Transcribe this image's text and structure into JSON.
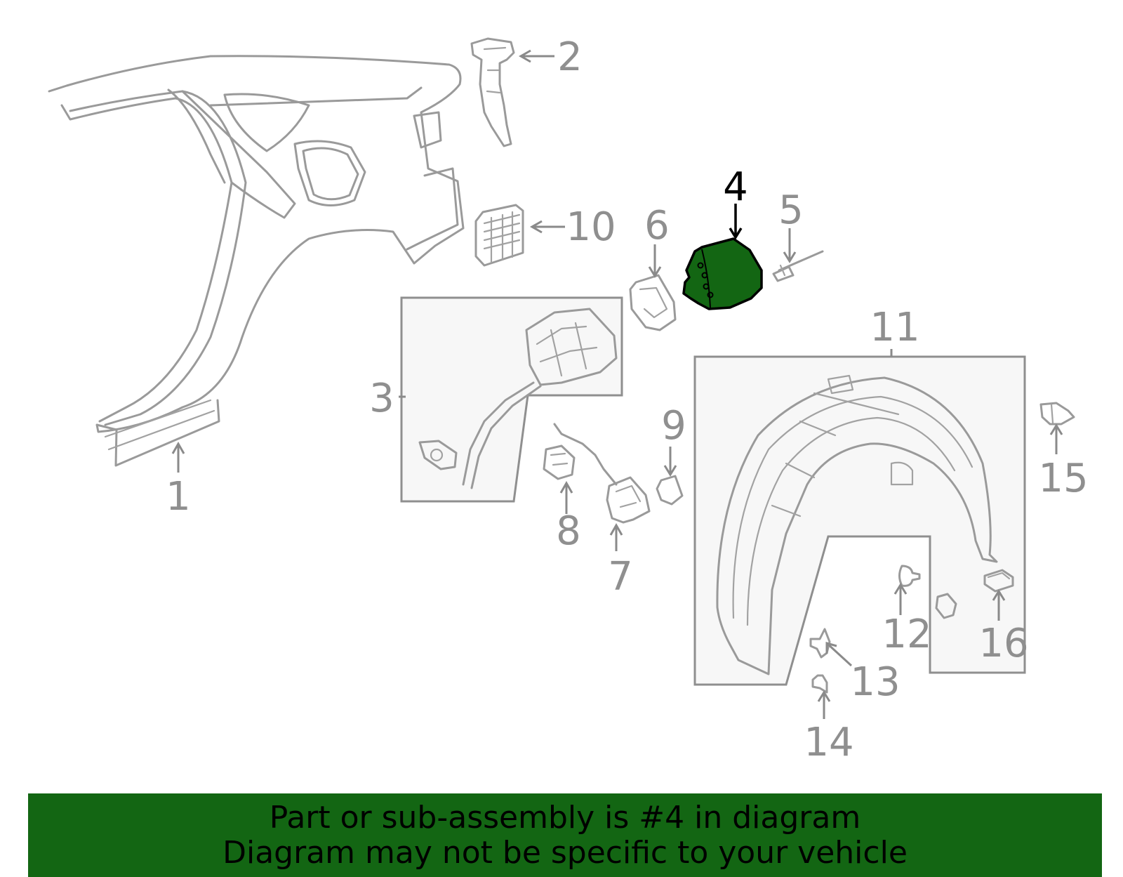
{
  "callouts": {
    "c1": "1",
    "c2": "2",
    "c3": "3",
    "c4": "4",
    "c5": "5",
    "c6": "6",
    "c7": "7",
    "c8": "8",
    "c9": "9",
    "c10": "10",
    "c11": "11",
    "c12": "12",
    "c13": "13",
    "c14": "14",
    "c15": "15",
    "c16": "16"
  },
  "highlighted_part": "4",
  "colors": {
    "highlight": "#136613",
    "line": "#9a9a9a",
    "text": "#000000"
  },
  "banner": {
    "line1": "Part or sub-assembly is #4 in diagram",
    "line2": "Diagram may not be specific to your vehicle"
  }
}
